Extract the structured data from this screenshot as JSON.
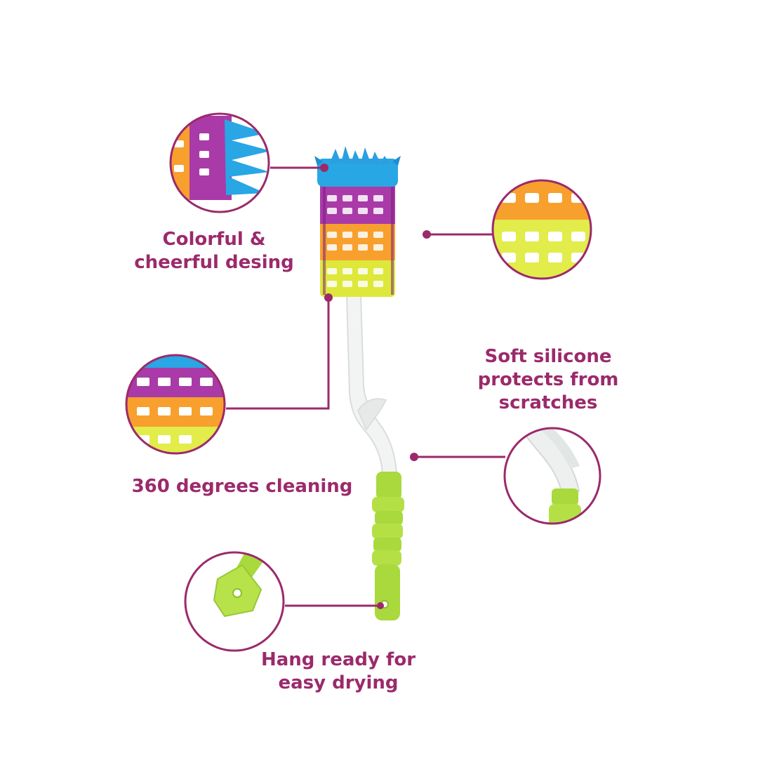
{
  "colors": {
    "accent": "#9b2a6b",
    "bristle_blue": "#29a6e4",
    "ring_purple": "#a93aa8",
    "ring_orange": "#f7a02e",
    "ring_yellow": "#dde83a",
    "grip_green": "#a9d93c",
    "stem_white": "#f2f4f3"
  },
  "features": [
    {
      "id": "design",
      "lines": [
        "Colorful &",
        "cheerful desing"
      ]
    },
    {
      "id": "cleaning",
      "lines": [
        "360 degrees cleaning"
      ]
    },
    {
      "id": "silicone",
      "lines": [
        "Soft silicone",
        "protects from",
        "scratches"
      ]
    },
    {
      "id": "hanging",
      "lines": [
        "Hang ready for",
        "easy drying"
      ]
    }
  ]
}
